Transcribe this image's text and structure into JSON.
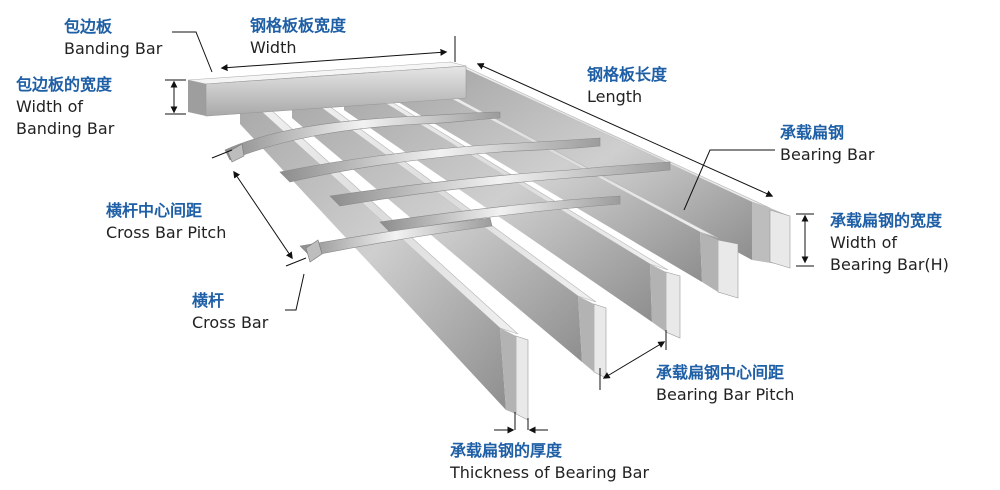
{
  "labels": {
    "banding_bar": {
      "zh": "包边板",
      "en": "Banding Bar"
    },
    "width": {
      "zh": "钢格板板宽度",
      "en": "Width"
    },
    "length": {
      "zh": "钢格板长度",
      "en": "Length"
    },
    "width_of_banding_bar": {
      "zh": "包边板的宽度",
      "en": "Width of",
      "en2": "Banding Bar"
    },
    "bearing_bar": {
      "zh": "承载扁钢",
      "en": "Bearing Bar"
    },
    "width_of_bearing_bar": {
      "zh": "承载扁钢的宽度",
      "en": "Width of",
      "en2": "Bearing Bar(H)"
    },
    "cross_bar_pitch": {
      "zh": "横杆中心间距",
      "en": "Cross Bar Pitch"
    },
    "cross_bar": {
      "zh": "横杆",
      "en": "Cross Bar"
    },
    "bearing_bar_pitch": {
      "zh": "承载扁钢中心间距",
      "en": "Bearing Bar Pitch"
    },
    "thickness_of_bearing_bar": {
      "zh": "承载扁钢的厚度",
      "en": "Thickness of Bearing Bar"
    }
  },
  "colors": {
    "zh_text": "#1f5fa6",
    "en_text": "#222222",
    "steel_light": "#eeeeee",
    "steel_mid": "#c9c9c9",
    "steel_dark": "#9a9a9a",
    "leader": "#111111"
  }
}
